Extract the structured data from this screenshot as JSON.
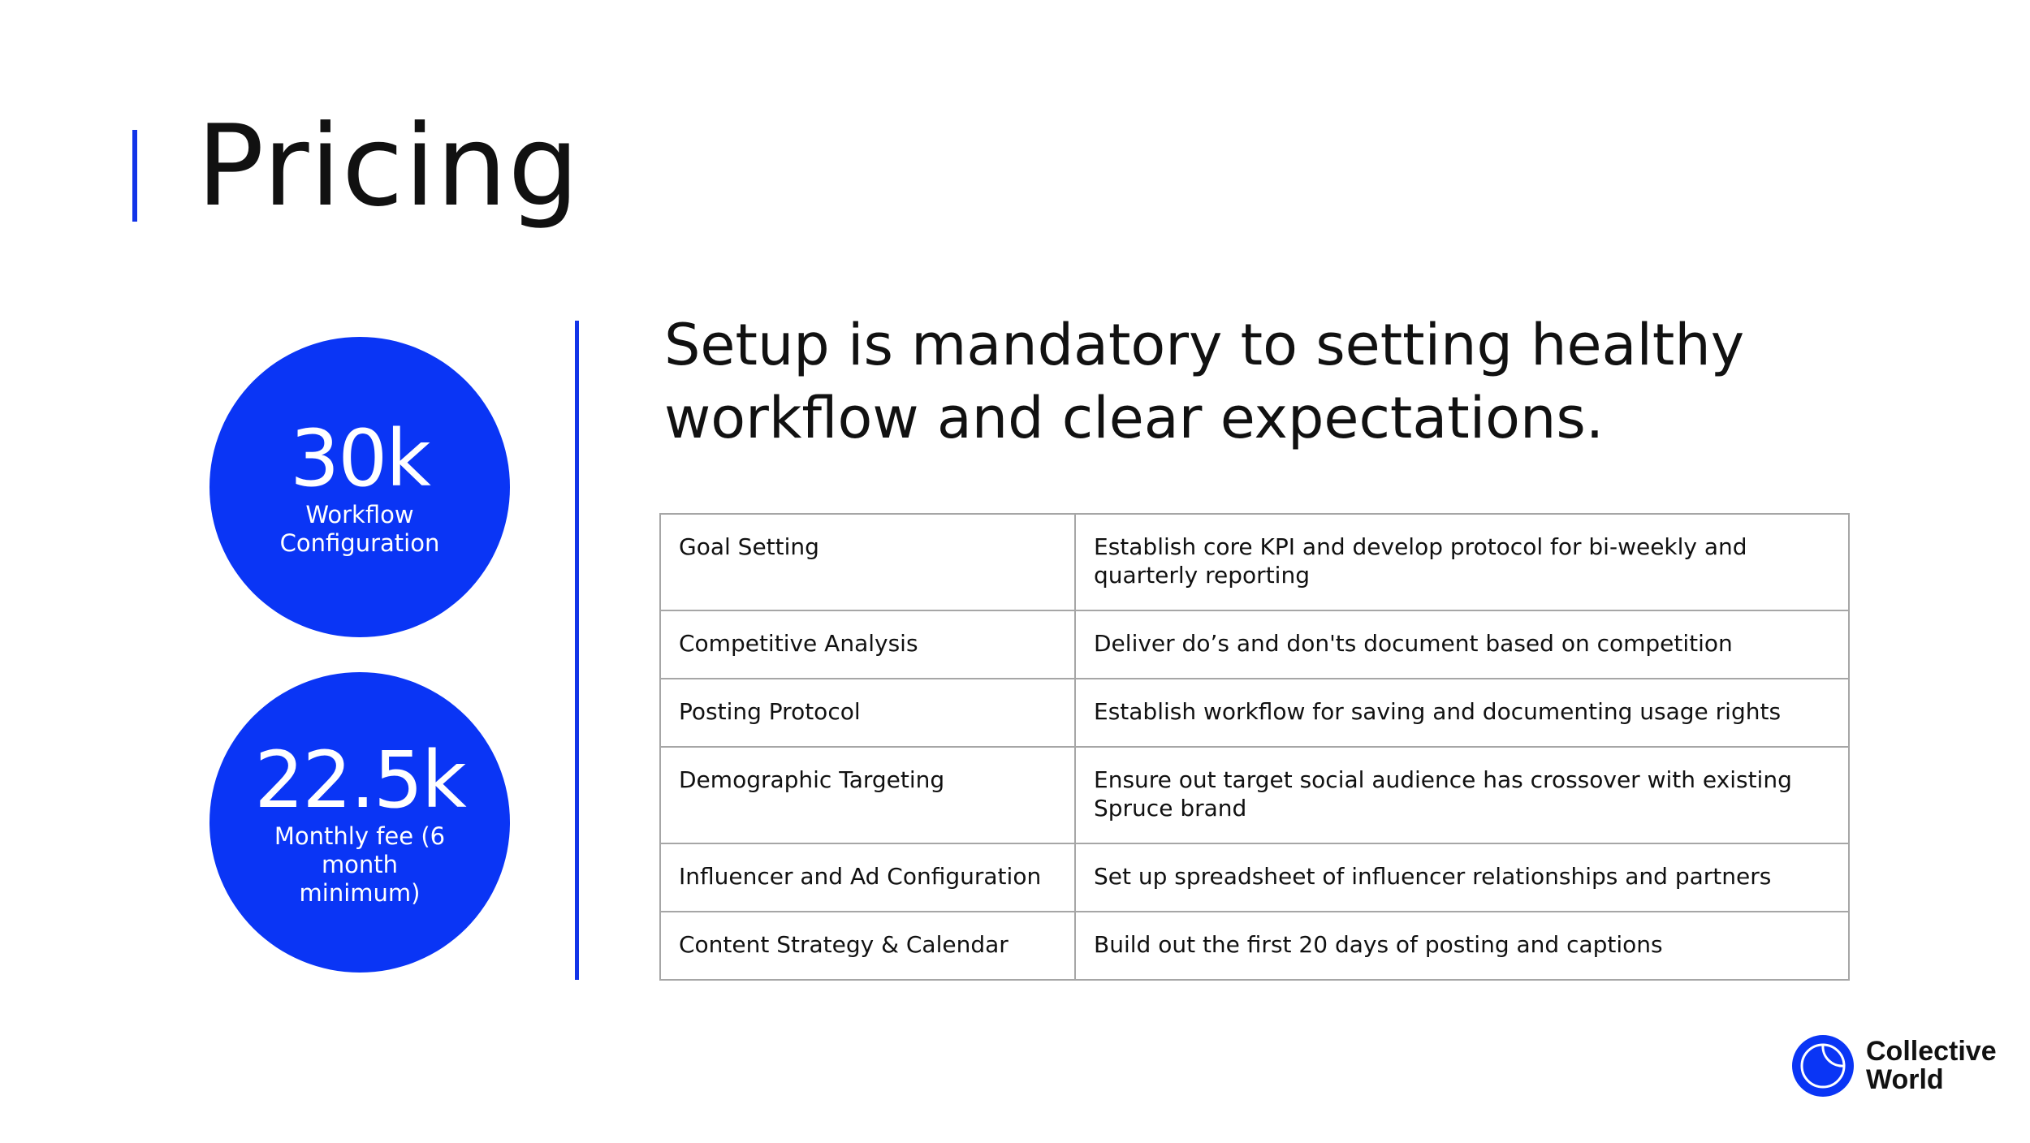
{
  "page": {
    "title": "Pricing"
  },
  "pricing": [
    {
      "value": "30k",
      "label": "Workflow Configuration"
    },
    {
      "value": "22.5k",
      "label": "Monthly fee (6 month minimum)"
    }
  ],
  "headline": "Setup is mandatory to setting healthy workflow and clear expectations.",
  "setup_table": {
    "rows": [
      {
        "item": "Goal Setting",
        "description": "Establish core KPI and develop protocol for bi-weekly and quarterly reporting"
      },
      {
        "item": "Competitive Analysis",
        "description": "Deliver do’s and don'ts document based on competition"
      },
      {
        "item": "Posting Protocol",
        "description": "Establish workflow for saving and documenting usage rights"
      },
      {
        "item": "Demographic Targeting",
        "description": "Ensure out target social audience has crossover with existing Spruce brand"
      },
      {
        "item": "Influencer and Ad Configuration",
        "description": "Set up spreadsheet of influencer relationships and partners"
      },
      {
        "item": "Content Strategy & Calendar",
        "description": "Build out the first 20 days of posting and captions"
      }
    ]
  },
  "logo": {
    "line1": "Collective",
    "line2": "World",
    "icon": "collective-world-logo-icon"
  },
  "colors": {
    "accent": "#1234e8",
    "circle": "#0a35f5",
    "table_border": "#a6a6a6"
  }
}
